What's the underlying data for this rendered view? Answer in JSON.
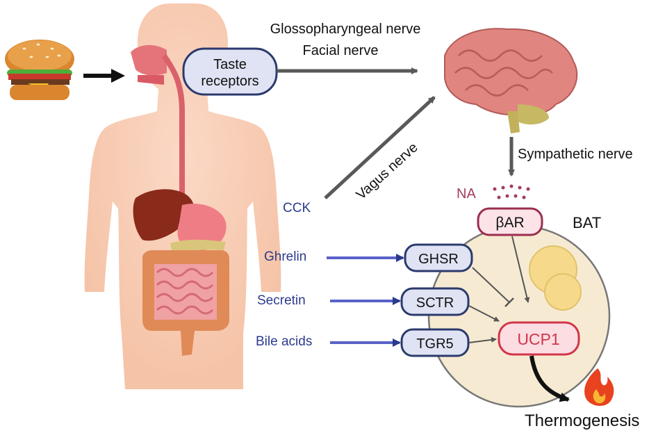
{
  "nerves": {
    "glossopharyngeal": "Glossopharyngeal  nerve",
    "facial": "Facial nerve",
    "vagus": "Vagus  nerve",
    "sympathetic": "Sympathetic  nerve"
  },
  "nodes": {
    "taste_receptors_line1": "Taste",
    "taste_receptors_line2": "receptors",
    "beta_ar": "βAR",
    "ghsr": "GHSR",
    "sctr": "SCTR",
    "tgr5": "TGR5",
    "ucp1": "UCP1"
  },
  "labels": {
    "cck": "CCK",
    "ghrelin": "Ghrelin",
    "secretin": "Secretin",
    "bile_acids": "Bile acids",
    "na": "NA",
    "bat": "BAT",
    "thermogenesis": "Thermogenesis"
  },
  "colors": {
    "hormone_text": "#2b3a8c",
    "hormone_arrow": "#5a63c8",
    "gray_arrow": "#595959",
    "receptor_fill": "#dfe3f3",
    "receptor_stroke": "#2b3a6c",
    "ucp1_fill": "#fbdde2",
    "ucp1_stroke": "#d2354a",
    "bat_fill": "#f6ead2",
    "na_color": "#a23c5f"
  },
  "icons": [
    "burger-icon",
    "human-body-icon",
    "digestive-tract-icon",
    "brain-icon",
    "flame-icon",
    "lipid-droplet-icon"
  ]
}
